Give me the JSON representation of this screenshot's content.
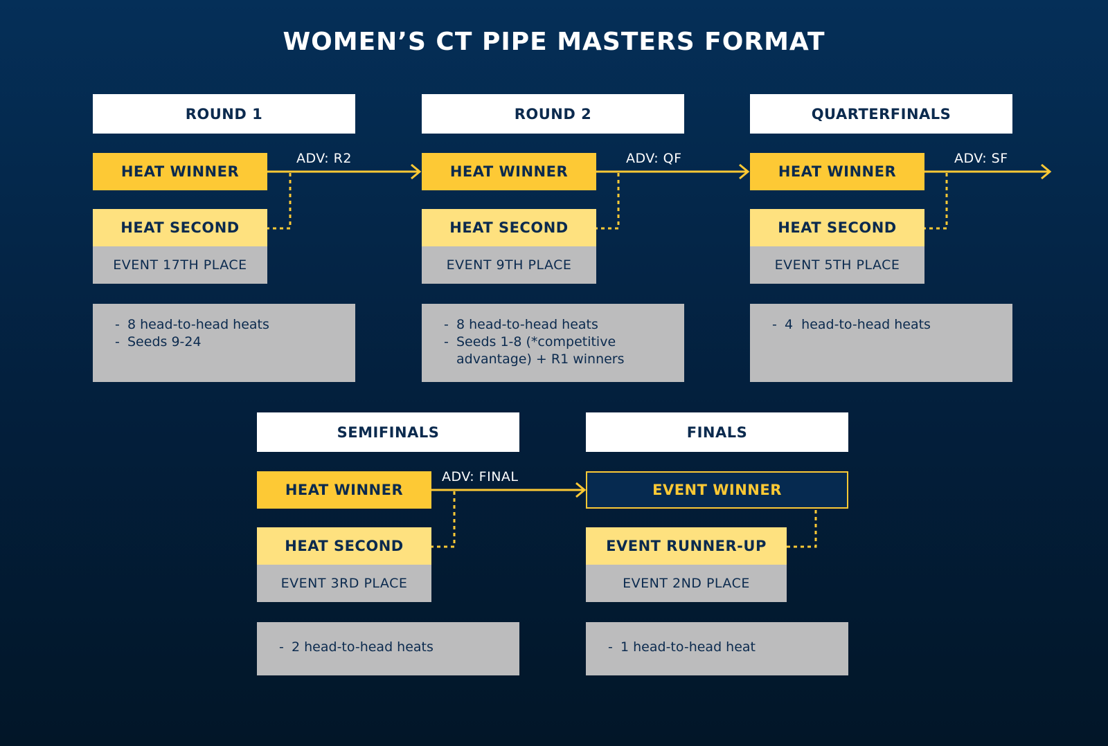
{
  "title": "WOMEN’S CT PIPE MASTERS FORMAT",
  "colors": {
    "accent": "#fdc935",
    "accent_light": "#fee17f",
    "grey": "#bcbcbd",
    "navy": "#0b2a4e"
  },
  "phases": [
    {
      "header": "ROUND 1",
      "winner": "HEAT WINNER",
      "advance": "ADV: R2",
      "second": "HEAT SECOND",
      "place": "EVENT 17TH PLACE",
      "notes": [
        "8 head-to-head heats",
        "Seeds 9-24"
      ]
    },
    {
      "header": "ROUND 2",
      "winner": "HEAT WINNER",
      "advance": "ADV: QF",
      "second": "HEAT SECOND",
      "place": "EVENT 9TH PLACE",
      "notes": [
        "8 head-to-head heats",
        "Seeds 1-8 (*competitive advantage) + R1 winners"
      ]
    },
    {
      "header": "QUARTERFINALS",
      "winner": "HEAT WINNER",
      "advance": "ADV: SF",
      "second": "HEAT SECOND",
      "place": "EVENT 5TH PLACE",
      "notes": [
        "4  head-to-head heats"
      ]
    },
    {
      "header": "SEMIFINALS",
      "winner": "HEAT WINNER",
      "advance": "ADV: FINAL",
      "second": "HEAT SECOND",
      "place": "EVENT 3RD PLACE",
      "notes": [
        "2 head-to-head heats"
      ]
    },
    {
      "header": "FINALS",
      "winner": "EVENT WINNER",
      "second": "EVENT RUNNER-UP",
      "place": "EVENT 2ND PLACE",
      "notes": [
        "1 head-to-head heat"
      ]
    }
  ]
}
